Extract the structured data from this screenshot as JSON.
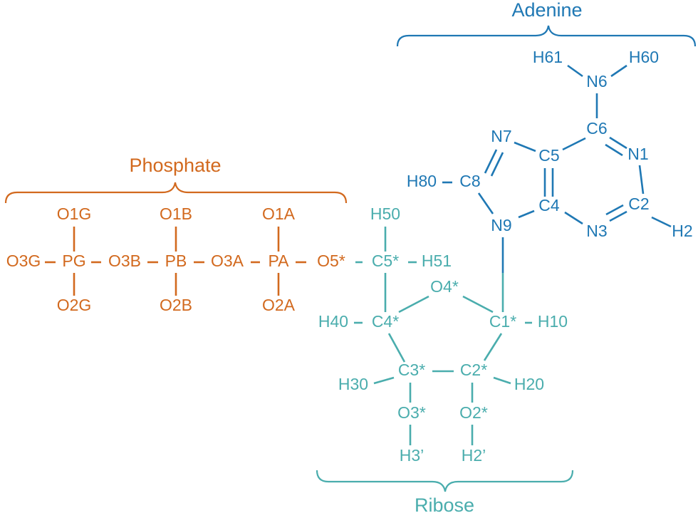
{
  "colors": {
    "phosphate": "#d2691e",
    "ribose": "#4aadad",
    "adenine": "#1f78b4"
  },
  "groups": {
    "adenine": "Adenine",
    "phosphate": "Phosphate",
    "ribose": "Ribose"
  },
  "atoms": {
    "H61": "H61",
    "H60": "H60",
    "N6": "N6",
    "C6": "C6",
    "N7": "N7",
    "C5": "C5",
    "N1": "N1",
    "H80": "H80",
    "C8": "C8",
    "C4": "C4",
    "C2": "C2",
    "N9": "N9",
    "N3": "N3",
    "H2": "H2",
    "O1G": "O1G",
    "O1B": "O1B",
    "O1A": "O1A",
    "O3G": "O3G",
    "PG": "PG",
    "O3B": "O3B",
    "PB": "PB",
    "O3A": "O3A",
    "PA": "PA",
    "O5s": "O5*",
    "O2G": "O2G",
    "O2B": "O2B",
    "O2A": "O2A",
    "H50": "H50",
    "C5s": "C5*",
    "H51": "H51",
    "O4s": "O4*",
    "H40": "H40",
    "C4s": "C4*",
    "C1s": "C1*",
    "H10": "H10",
    "H30": "H30",
    "C3s": "C3*",
    "C2s": "C2*",
    "H20": "H20",
    "O3s": "O3*",
    "O2s": "O2*",
    "H3p": "H3’",
    "H2p": "H2’"
  }
}
